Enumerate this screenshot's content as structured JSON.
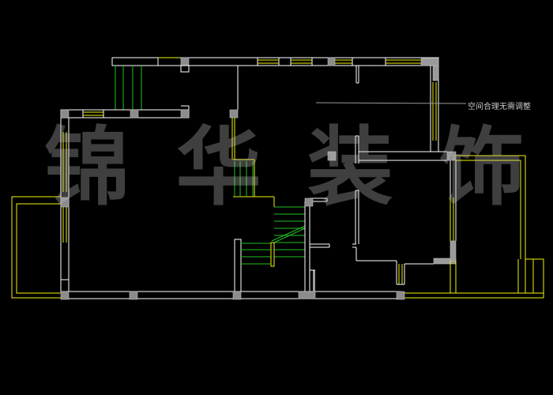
{
  "annotation": {
    "text": "空间合理无需调整"
  },
  "watermark": {
    "chars": [
      "锦",
      "华",
      "装",
      "饰"
    ]
  },
  "colors": {
    "background": "#000000",
    "wall": "#ffffff",
    "window": "#f2f20a",
    "stair": "#20c020",
    "column": "#8c8c8c",
    "annotation": "#c8c8c8"
  }
}
